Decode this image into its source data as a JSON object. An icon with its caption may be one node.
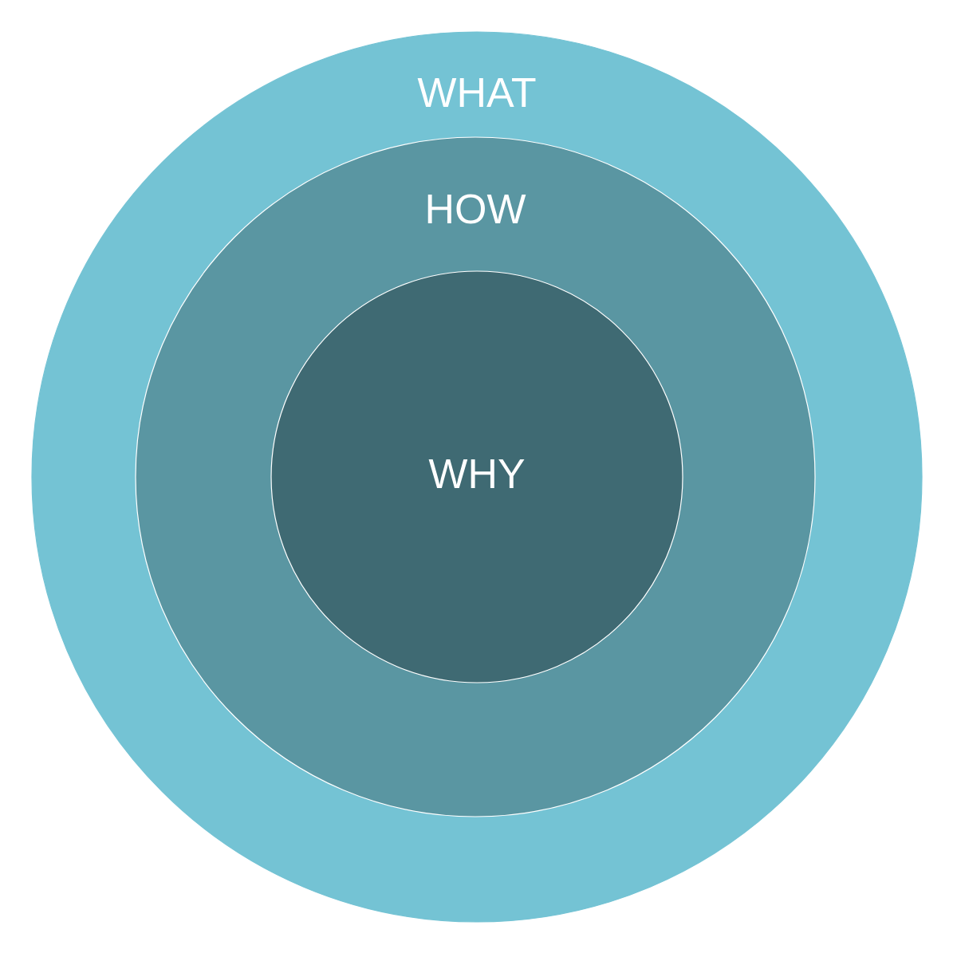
{
  "diagram": {
    "nodes": [
      {
        "text": [
          "WHAT"
        ]
      },
      {
        "text": [
          "HOW"
        ],
        "in": 0
      },
      {
        "text": [
          "WHY"
        ],
        "in": 1
      }
    ]
  }
}
